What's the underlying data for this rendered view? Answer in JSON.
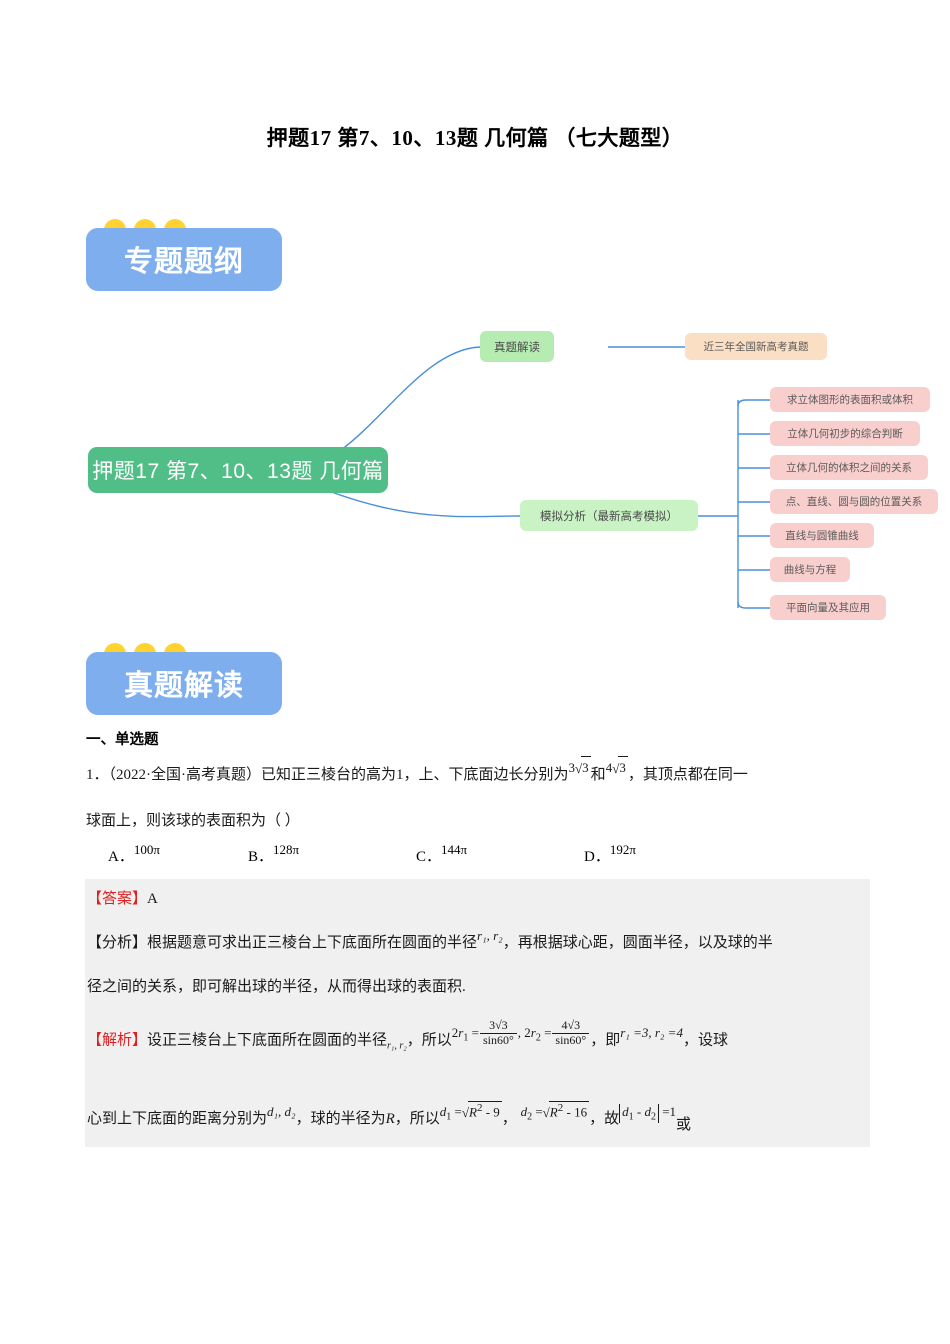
{
  "document": {
    "title": "押题17 第7、10、13题 几何篇 （七大题型）"
  },
  "badges": {
    "outline": {
      "label": "专题题纲",
      "color": "#7EAEEE",
      "dot_color": "#FFD22E"
    },
    "analysis": {
      "label": "真题解读",
      "color": "#7EAEEE",
      "dot_color": "#FFD22E"
    }
  },
  "mindmap": {
    "root": {
      "label": "押题17 第7、10、13题 几何篇",
      "color": "#52BE87"
    },
    "branches": [
      {
        "label": "真题解读",
        "color": "#B6ECB2"
      },
      {
        "label": "模拟分析（最新高考模拟）",
        "color": "#C9F2C5"
      }
    ],
    "leaves_peach": [
      {
        "label": "近三年全国新高考真题",
        "color": "#FBDFC4"
      }
    ],
    "leaves_pink": [
      {
        "label": "求立体图形的表面积或体积"
      },
      {
        "label": "立体几何初步的综合判断"
      },
      {
        "label": "立体几何的体积之间的关系"
      },
      {
        "label": "点、直线、圆与圆的位置关系"
      },
      {
        "label": "直线与圆锥曲线"
      },
      {
        "label": "曲线与方程"
      },
      {
        "label": "平面向量及其应用"
      }
    ],
    "leaf_color": "#F9CFCE",
    "connector_color": "#4A90D9"
  },
  "content": {
    "section_heading": "一、单选题",
    "question": {
      "number": "1．",
      "source": "（2022·全国·高考真题）",
      "line1_a": "已知正三棱台的高为1，上、下底面边长分别为",
      "radical1": "3√3",
      "line1_b": "和",
      "radical2": "4√3",
      "line1_c": "，其顶点都在同一",
      "line2": "球面上，则该球的表面积为（    ）",
      "options": [
        {
          "key": "A．",
          "value": "100π"
        },
        {
          "key": "B．",
          "value": "128π"
        },
        {
          "key": "C．",
          "value": "144π"
        },
        {
          "key": "D．",
          "value": "192π"
        }
      ]
    },
    "answer": {
      "tag": "【答案】",
      "value": "A"
    },
    "analysis": {
      "tag": "【分析】",
      "text_a": "根据题意可求出正三棱台上下底面所在圆面的半径",
      "vars": "r₁, r₂",
      "text_b": "，再根据球心距，圆面半径，以及球的半",
      "line2": "径之间的关系，即可解出球的半径，从而得出球的表面积."
    },
    "solution": {
      "tag": "【解析】",
      "text_a": "设正三棱台上下底面所在圆面的半径",
      "vars_a": "r₁, r₂",
      "text_b": "，所以",
      "formula_1_lhs": "2r₁ =",
      "formula_1_num": "3√3",
      "formula_1_den": "sin60°",
      "formula_2_lhs": ", 2r₂ =",
      "formula_2_num": "4√3",
      "formula_2_den": "sin60°",
      "text_c": "，即",
      "vals": "r₁ =3, r₂ =4",
      "text_d": "，设球",
      "line2_a": "心到上下底面的距离分别为",
      "line2_vars": "d₁, d₂",
      "line2_b": "，球的半径为",
      "line2_R": "R",
      "line2_c": "，所以",
      "line2_f1": "d₁ =√(R² - 9)",
      "line2_f2": "d₂ =√(R² - 16)",
      "line2_d": "，故",
      "line2_f3": "|d₁ - d₂| =1",
      "line2_e": "或"
    }
  }
}
